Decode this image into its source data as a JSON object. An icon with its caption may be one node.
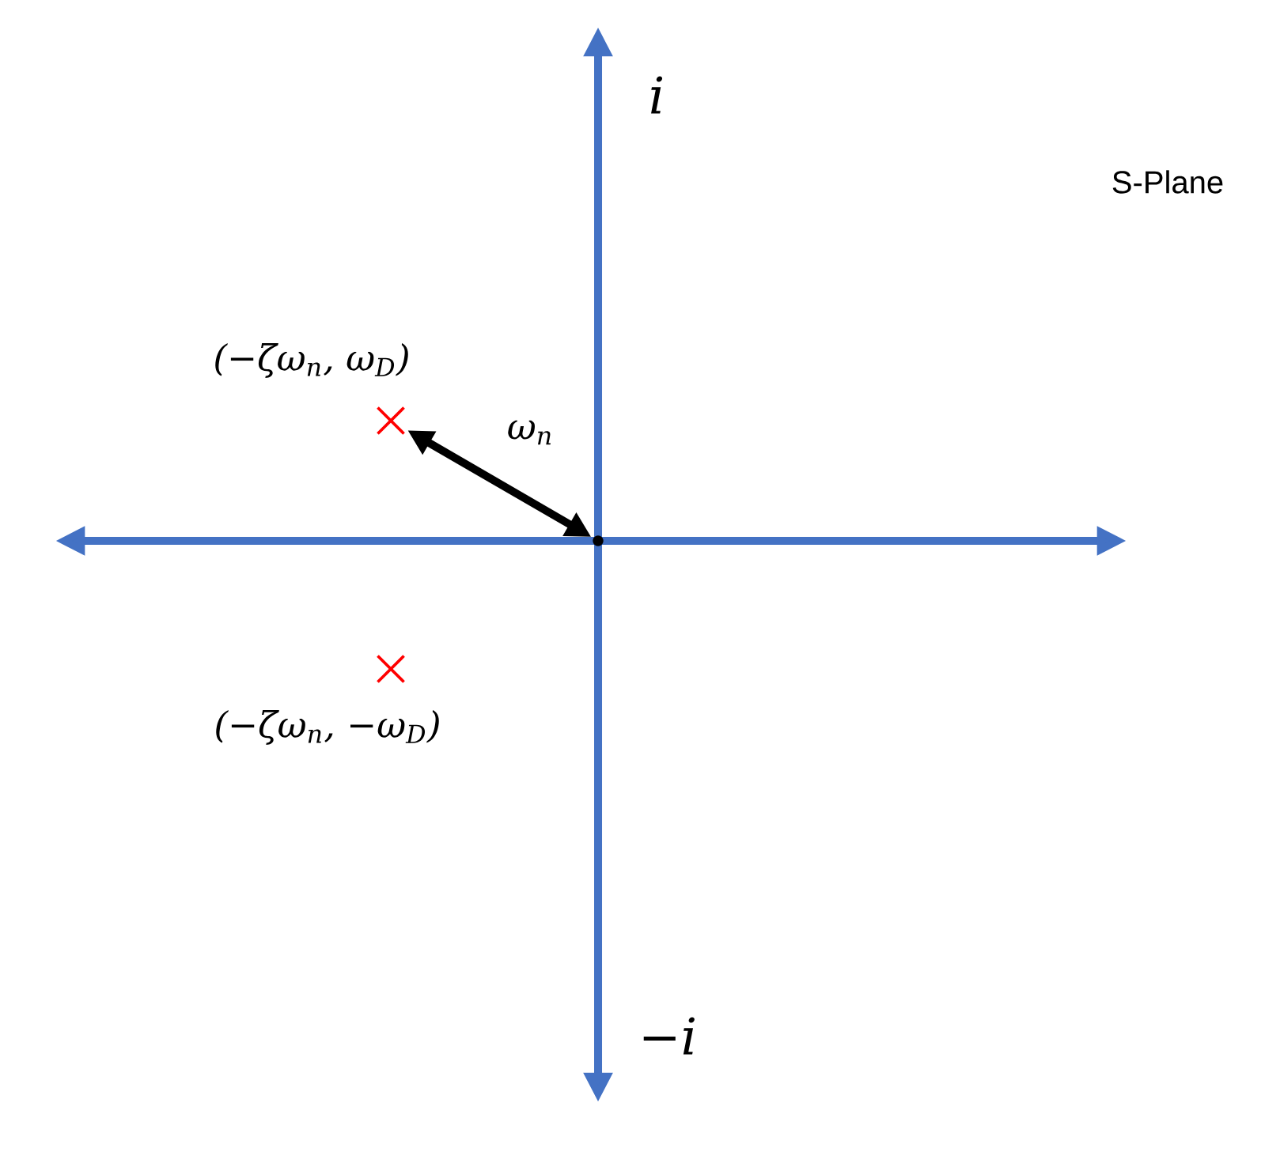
{
  "diagram": {
    "nodes": [
      {
        "text": [],
        "shape": "cross",
        "beside": [
          "(−ζω$_{n}$, ω$_{D}$)"
        ]
      },
      {
        "text": [],
        "shape": "cross",
        "beside": [
          "(−ζω$_{n}$, −ω$_{D}$)"
        ]
      },
      {
        "text": [],
        "shape": "point"
      }
    ],
    "edges": [
      {
        "from": 2,
        "to": 0,
        "arrow": "both",
        "label": "ω$_{n}$"
      }
    ],
    "labels": [
      "i",
      "S-Plane",
      "−i"
    ]
  }
}
